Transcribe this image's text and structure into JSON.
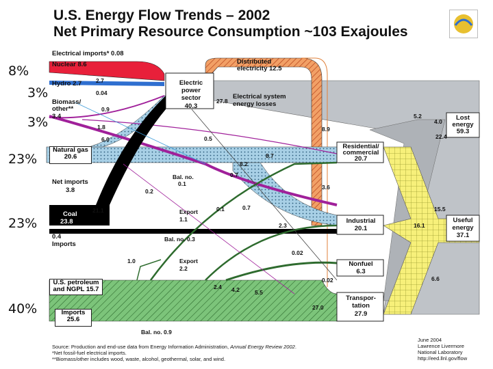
{
  "title_line1": "U.S. Energy Flow Trends – 2002",
  "title_line2": "Net Primary Resource Consumption ~103 Exajoules",
  "percentages": [
    "8%",
    "3%",
    "3%",
    "23%",
    "23%",
    "40%"
  ],
  "sources": {
    "elec_imports": "Electrical imports* 0.08",
    "nuclear": "Nuclear 8.6",
    "hydro": "Hydro 2.7",
    "biomass_1": "Biomass/",
    "biomass_2": "other**",
    "biomass_3": "3.4",
    "natgas_1": "Natural gas",
    "natgas_2": "20.6",
    "net_imports_1": "Net imports",
    "net_imports_2": "3.8",
    "coal_1": "Coal",
    "coal_2": "23.8",
    "imports_small_1": "0.4",
    "imports_small_2": "Imports",
    "petro_1": "U.S. petroleum",
    "petro_2": "and NGPL 15.7",
    "pet_imports_1": "Imports",
    "pet_imports_2": "25.6"
  },
  "nodes": {
    "elec_1": "Electric",
    "elec_2": "power",
    "elec_3": "sector",
    "elec_4": "40.3",
    "dist_1": "Distributed",
    "dist_2": "electricity 12.5",
    "losses_1": "Electrical system",
    "losses_2": "energy losses",
    "res_1": "Residential/",
    "res_2": "commercial",
    "res_3": "20.7",
    "ind_1": "Industrial",
    "ind_2": "20.1",
    "nonfuel_1": "Nonfuel",
    "nonfuel_2": "6.3",
    "trans_1": "Transpor-",
    "trans_2": "tation",
    "trans_3": "27.9",
    "lost_1": "Lost",
    "lost_2": "energy",
    "lost_3": "59.3",
    "useful_1": "Useful",
    "useful_2": "energy",
    "useful_3": "37.1"
  },
  "flows": {
    "f27_7": "2.7",
    "f0_04": "0.04",
    "f0_9": "0.9",
    "f1_8": "1.8",
    "f6_0": "6.0",
    "f0_5": "0.5",
    "f27_8": "27.8",
    "f8_9": "8.9",
    "f8_7": "8.7",
    "f8_2": "8.2",
    "f0_7a": "0.7",
    "f0_2": "0.2",
    "f3_6": "3.6",
    "f21_1": "21.1",
    "f0_1": "0.1",
    "f0_7b": "0.7",
    "f2_3": "2.3",
    "f0_02a": "0.02",
    "f0_02b": "0.02",
    "f1_0": "1.0",
    "f2_4": "2.4",
    "f4_2": "4.2",
    "f5_5": "5.5",
    "f27_0": "27.0",
    "f5_2": "5.2",
    "f4_0": "4.0",
    "f22_4": "22.4",
    "f15_5": "15.5",
    "f16_1": "16.1",
    "f6_6": "6.6"
  },
  "misc": {
    "bal1_1": "Bal. no.",
    "bal1_2": "0.1",
    "bal2": "Bal. no. 0.3",
    "bal3": "Bal. no. 0.9",
    "export1_1": "Export",
    "export1_2": "1.1",
    "export2_1": "Export",
    "export2_2": "2.2"
  },
  "footer": {
    "source_a": "Source:  Production and end-use data from Energy Information Administration, ",
    "source_b": "Annual Energy Review 2002",
    "source_c": ".",
    "note1": "*Net fossil-fuel electrical imports.",
    "note2": "**Biomass/other includes wood, waste, alcohol, geothermal, solar, and wind.",
    "date": "June 2004",
    "lab_1": "Lawrence Livermore",
    "lab_2": "National Laboratory",
    "url": "http://eed.llnl.gov/flow"
  },
  "colors": {
    "nuclear": "#e8203a",
    "hydro": "#2f6fd0",
    "biomass": "#a0209a",
    "natural_gas": "#a8d0e6",
    "coal": "#000000",
    "petroleum": "#7cc47a",
    "distributed": "#f2a066",
    "losses": "#bfc3c8",
    "useful": "#f7f07a"
  }
}
